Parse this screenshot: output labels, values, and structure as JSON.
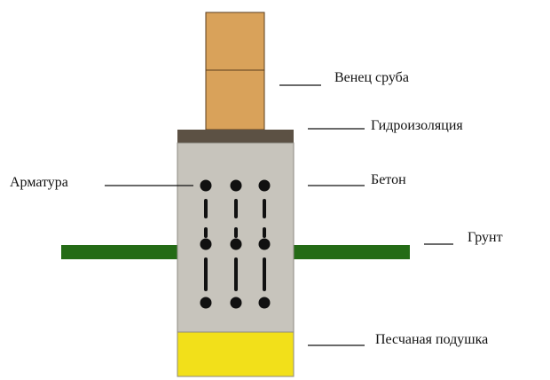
{
  "labels": {
    "log_crown": "Венец сруба",
    "waterproofing": "Гидроизоляция",
    "rebar": "Арматура",
    "concrete": "Бетон",
    "soil": "Грунт",
    "sand_cushion": "Песчаная подушка"
  },
  "colors": {
    "log": "#d9a25a",
    "log_outline": "#5a3d1e",
    "waterproofing": "#5c5144",
    "concrete": "#c7c4bc",
    "soil": "#246b16",
    "sand": "#f2e01a",
    "rebar": "#111111",
    "leader": "#111111"
  }
}
